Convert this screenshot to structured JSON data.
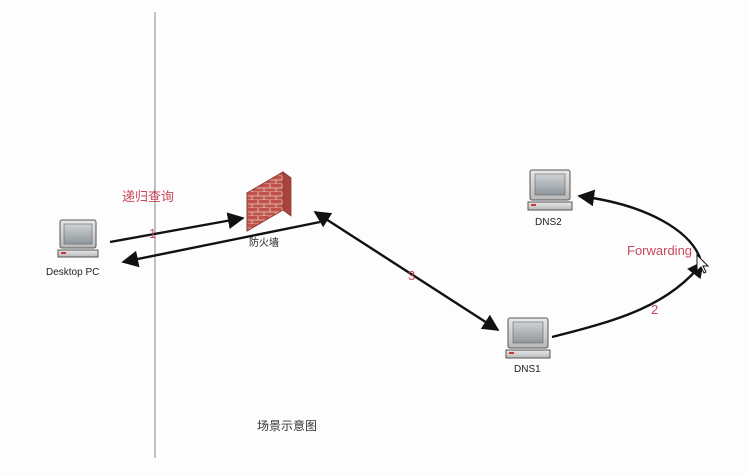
{
  "diagram": {
    "caption": "场景示意图",
    "annotations": {
      "recursive_query": "递归查询",
      "forwarding": "Forwarding"
    },
    "steps": [
      "1",
      "2",
      "3"
    ],
    "nodes": {
      "desktop": "Desktop PC",
      "firewall": "防火墙",
      "dns1": "DNS1",
      "dns2": "DNS2"
    },
    "colors": {
      "annotation": "#c8475f",
      "arrow": "#111111",
      "divider": "#9a9a9a",
      "brick": "#c0524a"
    },
    "icons": [
      "desktop-pc-icon",
      "firewall-icon",
      "dns-server-icon"
    ]
  }
}
